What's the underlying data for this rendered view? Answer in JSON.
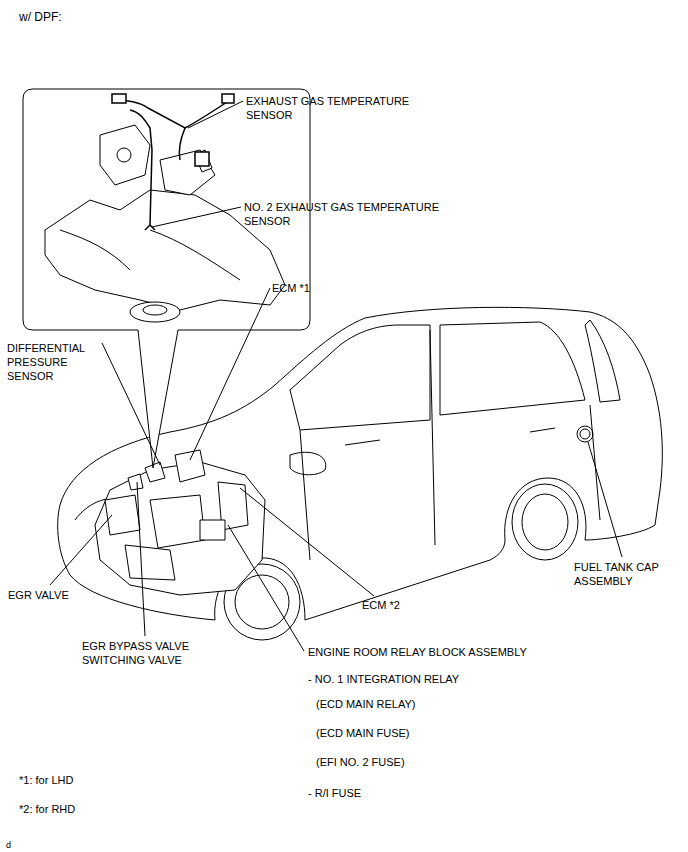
{
  "diagram": {
    "title": "w/ DPF:",
    "labels": [
      "EXHAUST GAS TEMPERATURE SENSOR",
      "NO. 2 EXHAUST GAS TEMPERATURE SENSOR",
      "ECM *1",
      "DIFFERENTIAL PRESSURE SENSOR",
      "EGR VALVE",
      "EGR BYPASS VALVE SWITCHING VALVE",
      "ECM *2",
      "FUEL TANK CAP ASSEMBLY",
      "ENGINE ROOM RELAY BLOCK ASSEMBLY",
      "- NO. 1 INTEGRATION RELAY",
      "(ECD MAIN RELAY)",
      "(ECD MAIN FUSE)",
      "(EFI NO. 2 FUSE)",
      "- R/I FUSE",
      "*1: for LHD",
      "*2: for RHD",
      "d"
    ]
  }
}
